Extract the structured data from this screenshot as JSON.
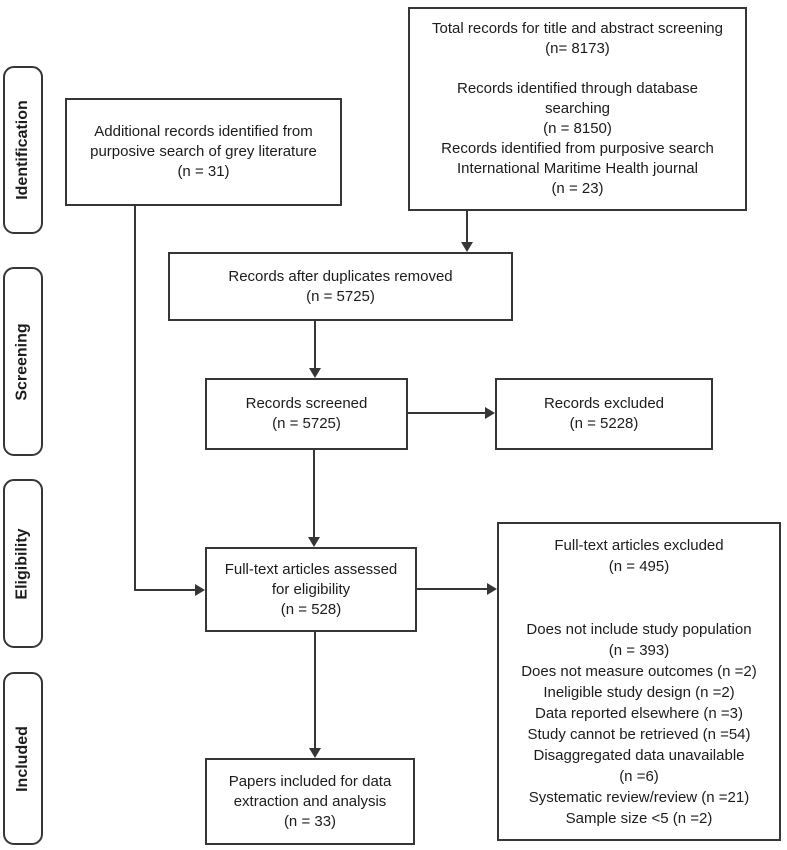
{
  "colors": {
    "border": "#363636",
    "text": "#1c1c1c",
    "background": "#ffffff"
  },
  "diagram": {
    "stages": {
      "identification": "Identification",
      "screening": "Screening",
      "eligibility": "Eligibility",
      "included": "Included"
    },
    "boxes": {
      "total_records": {
        "lines": [
          "Total records for title and abstract screening",
          "(n= 8173)",
          "",
          "Records identified through database",
          "searching",
          "(n = 8150)",
          "Records identified from purposive search",
          "International Maritime Health journal",
          "(n = 23)"
        ]
      },
      "grey_literature": {
        "lines": [
          "Additional records identified from",
          "purposive search of grey literature",
          "(n = 31)"
        ]
      },
      "duplicates_removed": {
        "lines": [
          "Records after duplicates removed",
          "(n = 5725)"
        ]
      },
      "records_screened": {
        "lines": [
          "Records screened",
          "(n = 5725)"
        ]
      },
      "records_excluded": {
        "lines": [
          "Records excluded",
          "(n = 5228)"
        ]
      },
      "fulltext_assessed": {
        "lines": [
          "Full-text articles assessed",
          "for eligibility",
          "(n = 528)"
        ]
      },
      "fulltext_excluded": {
        "lines": [
          "Full-text articles excluded",
          "(n = 495)",
          "",
          "",
          "Does not include study population",
          "(n = 393)",
          "Does not measure outcomes (n =2)",
          "Ineligible study design (n =2)",
          "Data reported elsewhere (n =3)",
          "Study cannot be retrieved (n =54)",
          "Disaggregated data unavailable",
          "(n =6)",
          "Systematic review/review (n =21)",
          "Sample size <5 (n =2)"
        ]
      },
      "papers_included": {
        "lines": [
          "Papers included for data",
          "extraction and analysis",
          "(n = 33)"
        ]
      }
    }
  }
}
